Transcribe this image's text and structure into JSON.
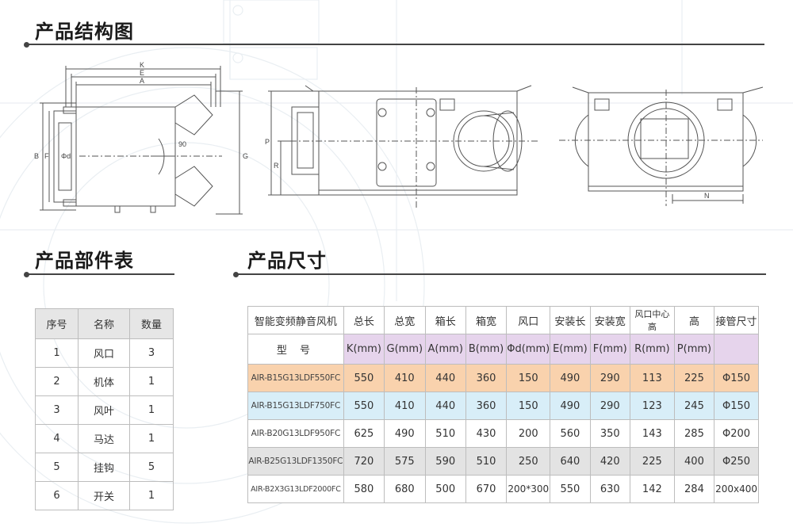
{
  "sections": {
    "structure_title": "产品结构图",
    "parts_title": "产品部件表",
    "size_title": "产品尺寸"
  },
  "drawing_labels": {
    "K": "K",
    "E": "E",
    "A": "A",
    "B": "B",
    "F": "F",
    "G": "G",
    "P": "P",
    "R": "R",
    "N": "N",
    "phi_d": "Φd",
    "angle": "90"
  },
  "parts_table": {
    "headers": [
      "序号",
      "名称",
      "数量"
    ],
    "rows": [
      [
        "1",
        "风口",
        "3"
      ],
      [
        "2",
        "机体",
        "1"
      ],
      [
        "3",
        "风叶",
        "1"
      ],
      [
        "4",
        "马达",
        "1"
      ],
      [
        "5",
        "挂钩",
        "5"
      ],
      [
        "6",
        "开关",
        "1"
      ]
    ]
  },
  "size_table": {
    "headers": [
      "智能变频静音风机",
      "总长",
      "总宽",
      "箱长",
      "箱宽",
      "风口",
      "安装长",
      "安装宽",
      "风口中心高",
      "高",
      "接管尺寸"
    ],
    "units": [
      "型 号",
      "K(mm)",
      "G(mm)",
      "A(mm)",
      "B(mm)",
      "Φd(mm)",
      "E(mm)",
      "F(mm)",
      "R(mm)",
      "P(mm)",
      ""
    ],
    "rows": [
      [
        "AIR-B15G13LDF550FC",
        "550",
        "410",
        "440",
        "360",
        "150",
        "490",
        "290",
        "113",
        "225",
        "Φ150"
      ],
      [
        "AIR-B15G13LDF750FC",
        "550",
        "410",
        "440",
        "360",
        "150",
        "490",
        "290",
        "123",
        "245",
        "Φ150"
      ],
      [
        "AIR-B20G13LDF950FC",
        "625",
        "490",
        "510",
        "430",
        "200",
        "560",
        "350",
        "143",
        "285",
        "Φ200"
      ],
      [
        "AIR-B25G13LDF1350FC",
        "720",
        "575",
        "590",
        "510",
        "250",
        "640",
        "420",
        "225",
        "400",
        "Φ250"
      ],
      [
        "AIR-B2X3G13LDF2000FC",
        "580",
        "680",
        "500",
        "670",
        "200*300",
        "550",
        "630",
        "142",
        "284",
        "200x400"
      ]
    ]
  },
  "colors": {
    "units_row": "#e6d4ec",
    "row1": "#f9d2ad",
    "row2": "#d8eef8",
    "row4": "#e3e3e3",
    "title_line": "#444444"
  }
}
